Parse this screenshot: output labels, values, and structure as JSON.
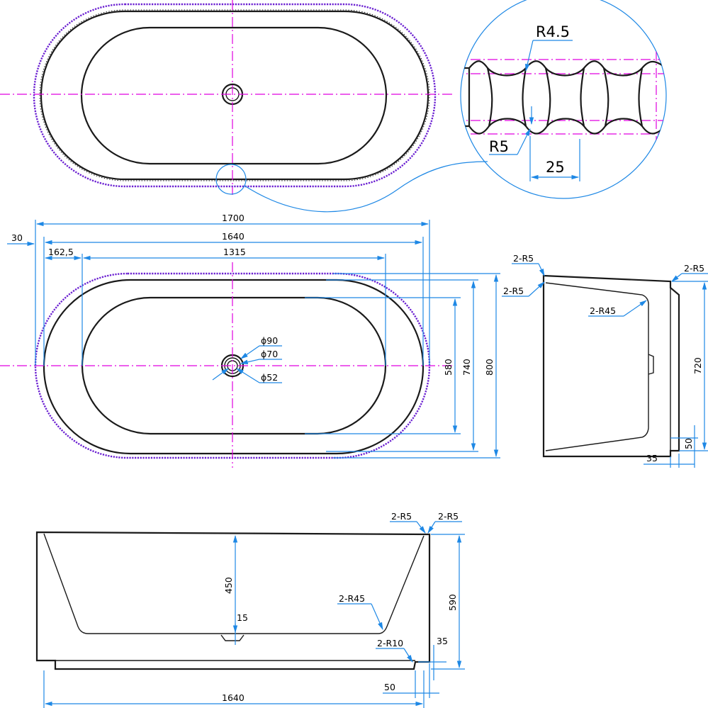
{
  "top_view": {
    "detail": {
      "rib_radius": "R4.5",
      "groove_radius": "R5",
      "pitch": "25"
    }
  },
  "plan_view": {
    "overall_length": "1700",
    "rim_length": "1640",
    "inner_length": "1315",
    "offset_30": "30",
    "offset_162": "162,5",
    "inner_width": "580",
    "rim_width": "740",
    "overall_width": "800",
    "drain_outer": "ϕ90",
    "drain_mid": "ϕ70",
    "drain_inner": "ϕ52"
  },
  "side_view": {
    "top_left_radius": "2-R5",
    "inner_left_radius": "2-R5",
    "top_right_radius": "2-R5",
    "inner_radius": "2-R45",
    "height": "720",
    "base_height": "50",
    "base_offset": "35"
  },
  "front_view": {
    "radius_left": "2-R5",
    "radius_right": "2-R5",
    "inner_radius": "2-R45",
    "base_radius": "2-R10",
    "depth": "450",
    "floor_step": "15",
    "height": "590",
    "base_height": "35",
    "base_offset": "50",
    "length": "1640"
  }
}
